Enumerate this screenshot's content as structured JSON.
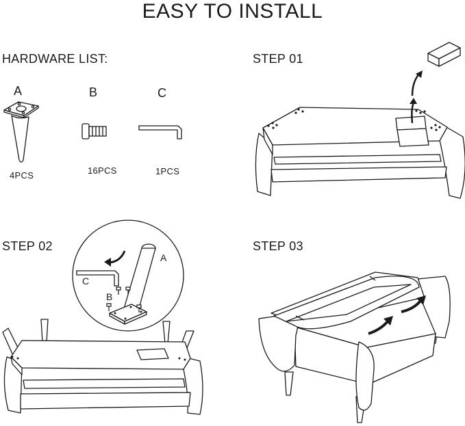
{
  "title": "EASY TO INSTALL",
  "hardware": {
    "heading": "HARDWARE LIST:",
    "items": [
      {
        "letter": "A",
        "qty": "4PCS"
      },
      {
        "letter": "B",
        "qty": "16PCS"
      },
      {
        "letter": "C",
        "qty": "1PCS"
      }
    ]
  },
  "steps": [
    {
      "label": "STEP 01"
    },
    {
      "label": "STEP 02",
      "callouts": {
        "leg": "A",
        "wrench": "C",
        "bolt": "B"
      }
    },
    {
      "label": "STEP 03"
    }
  ],
  "colors": {
    "line": "#1a1a1a",
    "background": "#ffffff"
  }
}
